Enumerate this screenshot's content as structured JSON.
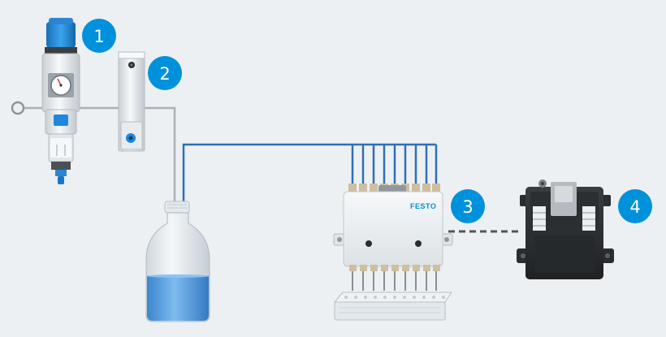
{
  "colors": {
    "background": "#edf0f2",
    "badge": "#0091dc",
    "tube_blue": "#2f6fb8",
    "tube_gray": "#a9b0b6",
    "liquid": "#5fa4e0",
    "cable_dark": "#555555"
  },
  "badges": [
    {
      "label": "1",
      "component": "filter-regulator"
    },
    {
      "label": "2",
      "component": "pressure-sensor"
    },
    {
      "label": "3",
      "component": "dispensing-valve-block"
    },
    {
      "label": "4",
      "component": "controller"
    }
  ],
  "valve_block": {
    "brand": "FESTO"
  },
  "icons": [
    "pressure-gauge-icon",
    "reagent-bottle-icon",
    "microplate-icon",
    "connector-port-icon"
  ]
}
